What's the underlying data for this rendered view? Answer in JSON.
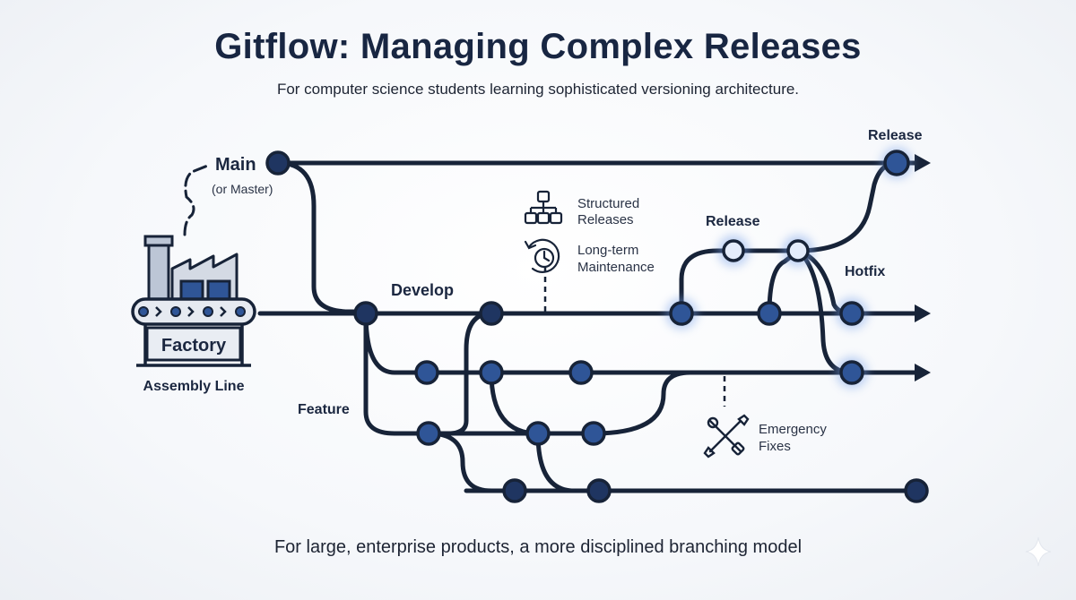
{
  "header": {
    "title": "Gitflow: Managing Complex Releases",
    "subtitle": "For computer science students learning sophisticated versioning architecture."
  },
  "footer": {
    "text": "For large, enterprise products, a more disciplined branching model"
  },
  "factory": {
    "label": "Factory",
    "caption": "Assembly Line"
  },
  "branches": {
    "main": {
      "label": "Main",
      "sublabel": "(or Master)"
    },
    "develop": {
      "label": "Develop"
    },
    "feature": {
      "label": "Feature"
    },
    "release_top": {
      "label": "Release"
    },
    "release_mid": {
      "label": "Release"
    },
    "hotfix": {
      "label": "Hotfix"
    }
  },
  "callouts": {
    "structured": {
      "line1": "Structured",
      "line2": "Releases",
      "icon": "hierarchy-icon"
    },
    "maintenance": {
      "line1": "Long-term",
      "line2": "Maintenance",
      "icon": "clock-history-icon"
    },
    "emergency": {
      "line1": "Emergency",
      "line2": "Fixes",
      "icon": "tools-icon"
    }
  },
  "colors": {
    "navy": "#172338",
    "node_blue": "#2f5597",
    "glow": "#7aa2e8"
  }
}
